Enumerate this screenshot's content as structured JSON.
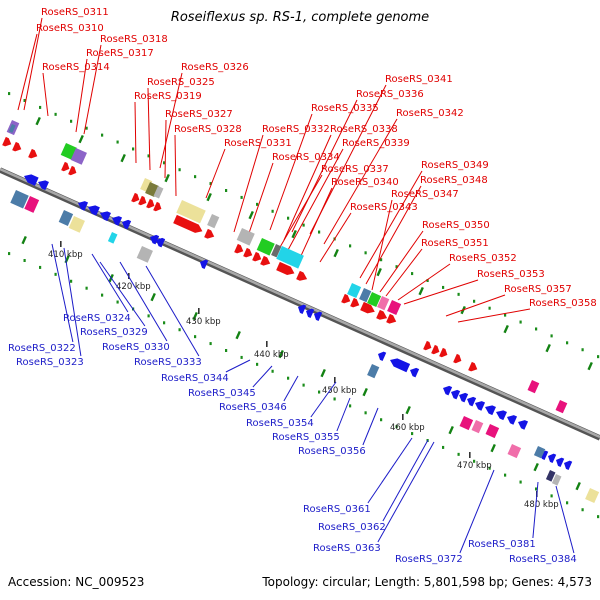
{
  "title": "Roseiflexus sp. RS-1, complete genome",
  "footer": {
    "accession": "Accession: NC_009523",
    "summary": "Topology: circular; Length: 5,801,598 bp; Genes: 4,573"
  },
  "colors": {
    "forward_gene": "#e81010",
    "reverse_gene": "#1414e6",
    "forward_label": "#e00000",
    "reverse_label": "#1c1cc8",
    "backbone": "#8c8c8c",
    "tick_dot": "#1a8c1a",
    "other_magenta": "#e8127c",
    "other_pink": "#f06eaa",
    "other_cyan": "#22d4e8",
    "other_green": "#22cc22",
    "other_khaki": "#ece19a",
    "other_gray": "#b4b4b4",
    "other_steel": "#4c7ca8",
    "other_purple": "#8c64c8"
  },
  "scale_labels": [
    "410 kbp",
    "420 kbp",
    "430 kbp",
    "440 kbp",
    "450 kbp",
    "460 kbp",
    "470 kbp",
    "480 kbp"
  ],
  "top_labels": [
    "RoseRS_0311",
    "RoseRS_0310",
    "RoseRS_0318",
    "RoseRS_0317",
    "RoseRS_0314",
    "RoseRS_0326",
    "RoseRS_0325",
    "RoseRS_0319",
    "RoseRS_0341",
    "RoseRS_0336",
    "RoseRS_0335",
    "RoseRS_0327",
    "RoseRS_0342",
    "RoseRS_0328",
    "RoseRS_0332",
    "RoseRS_0338",
    "RoseRS_0331",
    "RoseRS_0339",
    "RoseRS_0334",
    "RoseRS_0349",
    "RoseRS_0337",
    "RoseRS_0348",
    "RoseRS_0340",
    "RoseRS_0347",
    "RoseRS_0343",
    "RoseRS_0350",
    "RoseRS_0351",
    "RoseRS_0352",
    "RoseRS_0353",
    "RoseRS_0357",
    "RoseRS_0358"
  ],
  "bottom_labels": [
    "RoseRS_0324",
    "RoseRS_0322",
    "RoseRS_0329",
    "RoseRS_0323",
    "RoseRS_0330",
    "RoseRS_0333",
    "RoseRS_0344",
    "RoseRS_0345",
    "RoseRS_0346",
    "RoseRS_0354",
    "RoseRS_0355",
    "RoseRS_0356",
    "RoseRS_0361",
    "RoseRS_0362",
    "RoseRS_0363",
    "RoseRS_0372",
    "RoseRS_0381",
    "RoseRS_0384"
  ]
}
